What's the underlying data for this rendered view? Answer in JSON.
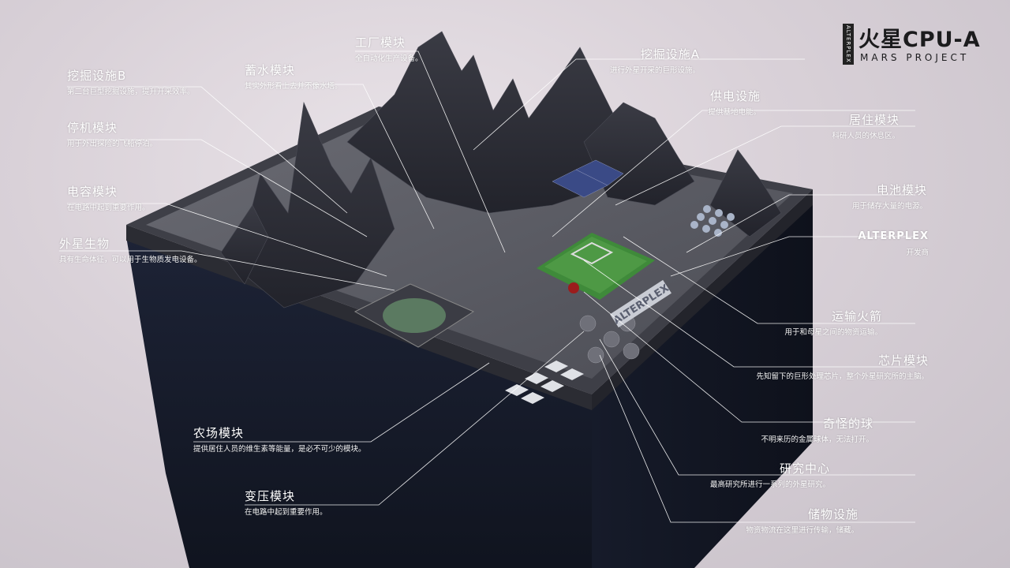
{
  "brand": {
    "side_text": "ALTERPLEX",
    "title": "火星CPU-A",
    "subtitle": "MARS PROJECT"
  },
  "colors": {
    "base_dark": "#141a2e",
    "board": "#5d5e66",
    "chip_green": "#3f8a3a",
    "label": "#ffffff",
    "line": "#ffffff"
  },
  "board_sign": "ALTERPLEX",
  "left_labels": [
    {
      "title": "挖掘设施B",
      "desc": "第二台巨型挖掘设施，提升开采效率。"
    },
    {
      "title": "停机模块",
      "desc": "用于外出探险的飞船停泊。"
    },
    {
      "title": "电容模块",
      "desc": "在电路中起到重要作用。"
    },
    {
      "title": "外星生物",
      "desc": "具有生命体征，可以用于生物质发电设备。"
    },
    {
      "title": "农场模块",
      "desc": "提供居住人员的维生素等能量，是必不可少的模块。"
    },
    {
      "title": "变压模块",
      "desc": "在电路中起到重要作用。"
    }
  ],
  "top_labels": [
    {
      "title": "蓄水模块",
      "desc": "其实外形看上去并不像水塔。"
    },
    {
      "title": "工厂模块",
      "desc": "全自动化生产设备。"
    }
  ],
  "right_labels": [
    {
      "title": "挖掘设施A",
      "desc": "进行外星开采的巨形设施。"
    },
    {
      "title": "供电设施",
      "desc": "提供基地电能。"
    },
    {
      "title": "居住模块",
      "desc": "科研人员的休息区。"
    },
    {
      "title": "电池模块",
      "desc": "用于储存大量的电源。"
    },
    {
      "title": "ALTERPLEX",
      "desc": "开发商"
    },
    {
      "title": "运输火箭",
      "desc": "用于和母星之间的物资运输。"
    },
    {
      "title": "芯片模块",
      "desc": "先知留下的巨形处理芯片，整个外星研究所的主脑。"
    },
    {
      "title": "奇怪的球",
      "desc": "不明来历的金属球体，无法打开。"
    },
    {
      "title": "研究中心",
      "desc": "最高研究所进行一系列的外星研究。"
    },
    {
      "title": "储物设施",
      "desc": "物资物流在这里进行传输，储藏。"
    }
  ]
}
